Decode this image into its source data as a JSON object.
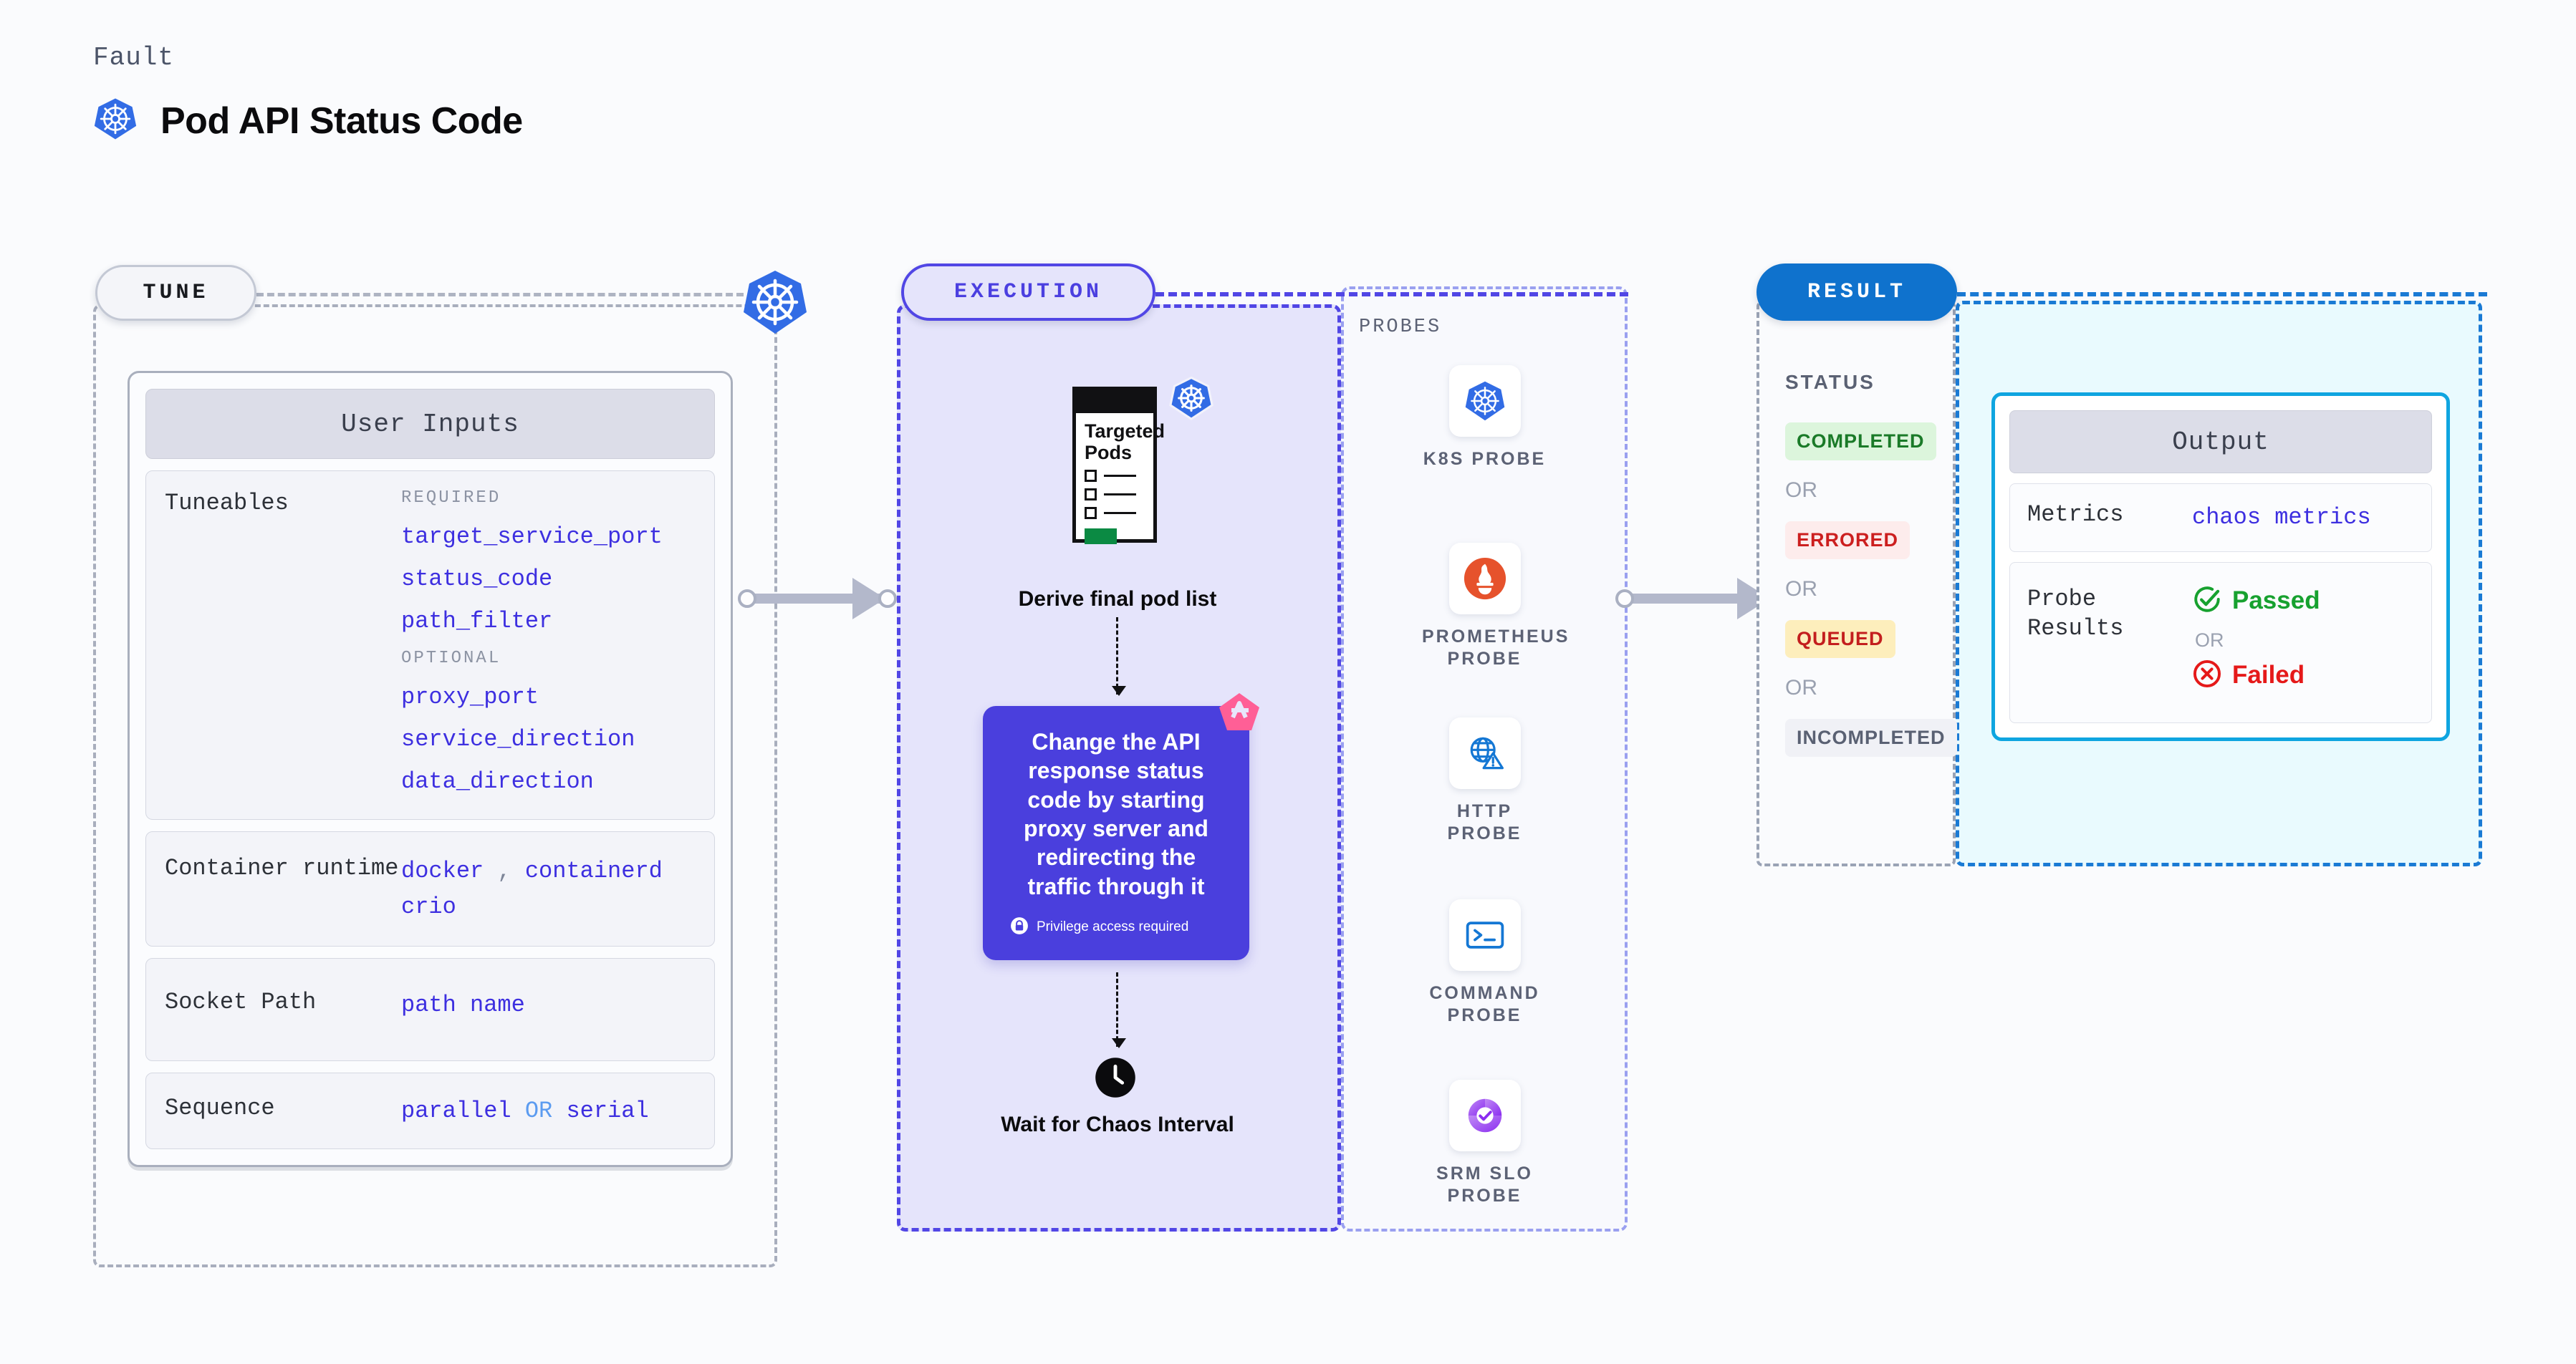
{
  "header": {
    "eyebrow": "Fault",
    "title": "Pod API Status Code",
    "icon": "kubernetes-icon"
  },
  "tune": {
    "badge": "TUNE",
    "card_title": "User Inputs",
    "rows": [
      {
        "label": "Tuneables",
        "groups": [
          {
            "tag": "REQUIRED",
            "items": [
              "target_service_port",
              "status_code",
              "path_filter"
            ]
          },
          {
            "tag": "OPTIONAL",
            "items": [
              "proxy_port",
              "service_direction",
              "data_direction"
            ]
          }
        ]
      },
      {
        "label": "Container runtime",
        "values": [
          "docker",
          "containerd",
          "crio"
        ],
        "separator": ","
      },
      {
        "label": "Socket Path",
        "values": [
          "path name"
        ]
      },
      {
        "label": "Sequence",
        "values": [
          "parallel",
          "serial"
        ],
        "separator": "OR"
      }
    ]
  },
  "execution": {
    "badge": "EXECUTION",
    "pods_card": {
      "title": "Targeted Pods",
      "rows": 3,
      "icon": "kubernetes-icon"
    },
    "derive_label": "Derive final pod list",
    "action": {
      "text": "Change the API response status code by starting proxy server and redirecting the traffic through it",
      "privilege_note": "Privilege access required",
      "privilege_icon": "lock-icon",
      "ribbon_icon": "litmus-chaos-icon",
      "color": "#4a3fdd"
    },
    "wait": {
      "icon": "clock-icon",
      "label": "Wait for Chaos Interval"
    }
  },
  "probes": {
    "title": "PROBES",
    "items": [
      {
        "label": "K8S PROBE",
        "icon": "kubernetes-icon"
      },
      {
        "label": "PROMETHEUS PROBE",
        "icon": "prometheus-icon"
      },
      {
        "label": "HTTP PROBE",
        "icon": "globe-warning-icon"
      },
      {
        "label": "COMMAND PROBE",
        "icon": "terminal-icon"
      },
      {
        "label": "SRM SLO PROBE",
        "icon": "srm-slo-icon"
      }
    ]
  },
  "result": {
    "badge": "RESULT",
    "status_title": "STATUS",
    "or_label": "OR",
    "statuses": [
      {
        "label": "COMPLETED",
        "color": "#1a7a28",
        "bg": "#dcf5dc"
      },
      {
        "label": "ERRORED",
        "color": "#cc1f1f",
        "bg": "#fdecec"
      },
      {
        "label": "QUEUED",
        "color": "#c31e1e",
        "bg": "#fdeebc"
      },
      {
        "label": "INCOMPLETED",
        "color": "#5a6173",
        "bg": "#f0f1f6"
      }
    ],
    "output": {
      "title": "Output",
      "metrics_label": "Metrics",
      "metrics_value": "chaos metrics",
      "probe_results_label": "Probe Results",
      "passed_label": "Passed",
      "failed_label": "Failed",
      "or_label": "OR",
      "passed_icon": "check-circle-icon",
      "failed_icon": "x-circle-icon"
    }
  },
  "colors": {
    "accent_purple": "#4a3fdd",
    "accent_blue": "#0f72cd",
    "k8s_blue": "#326ce5",
    "pink": "#ff5f96"
  }
}
